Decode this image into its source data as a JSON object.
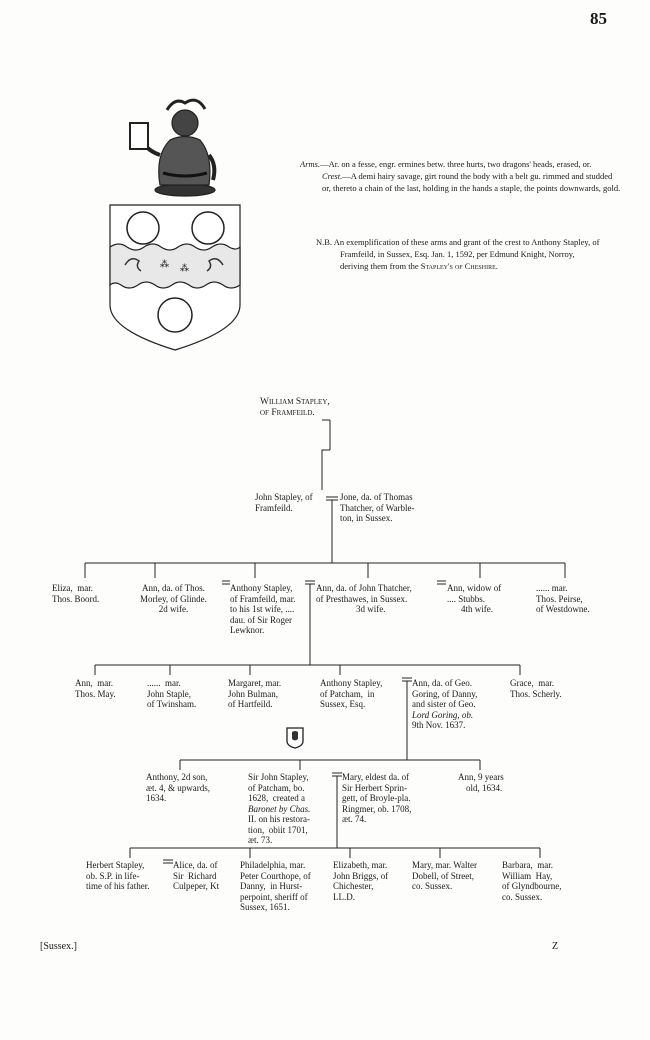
{
  "page_number": "85",
  "heraldry": {
    "arms_label": "Arms.",
    "arms_text": "—Ar. on a fesse, engr. ermines betw. three hurts, two dragons' heads, erased, or.",
    "crest_label": "Crest.",
    "crest_text": "—A demi hairy savage, girt round the body with a belt gu. rimmed and studded or, thereto a chain of the last, holding in the hands a staple, the points downwards, gold.",
    "nb_label": "N.B.",
    "nb_text": "An exemplification of these arms and grant of the crest to Anthony Stapley, of Framfeild, in Sussex, Esq. Jan. 1, 1592, per Edmund Knight, Norroy, deriving them from the",
    "nb_tail": "Stapley's of Cheshire."
  },
  "pedigree": {
    "g1": {
      "l1": "William Stapley,",
      "l2": "of Framfeild."
    },
    "g2": {
      "john": {
        "l1": "John Stapley, of",
        "l2": "Framfeild."
      },
      "jone": {
        "l1": "Jone, da. of Thomas",
        "l2": "Thatcher, of Warble-",
        "l3": "ton, in Sussex."
      }
    },
    "g3": {
      "eliza": {
        "l1": "Eliza,  mar.",
        "l2": "Thos. Boord."
      },
      "ann_morley": {
        "l1": "Ann, da. of Thos.",
        "l2": "Morley, of Glinde.",
        "l3": "2d wife."
      },
      "anthony": {
        "l1": "Anthony Stapley,",
        "l2": "of Framfeild, mar.",
        "l3": "to his 1st wife, ....",
        "l4": "dau. of Sir Roger",
        "l5": "Lewknor."
      },
      "ann_thatcher": {
        "l1": "Ann, da. of John Thatcher,",
        "l2": "of Presthawes, in Sussex.",
        "l3": "3d wife."
      },
      "ann_widow": {
        "l1": "Ann, widow of",
        "l2": ".... Stubbs.",
        "l3": "4th wife."
      },
      "peirse": {
        "l1": "...... mar.",
        "l2": "Thos. Peirse,",
        "l3": "of Westdowne."
      }
    },
    "g4": {
      "ann_may": {
        "l1": "Ann,  mar.",
        "l2": "Thos. May."
      },
      "staple": {
        "l1": "......  mar.",
        "l2": "John Staple,",
        "l3": "of Twinsham."
      },
      "margaret": {
        "l1": "Margaret, mar.",
        "l2": "John Bulman,",
        "l3": "of Hartfeild."
      },
      "anthony2": {
        "l1": "Anthony Stapley,",
        "l2": "of Patcham,  in",
        "l3": "Sussex, Esq."
      },
      "ann_goring": {
        "l1": "Ann, da. of Geo.",
        "l2": "Goring, of Danny,",
        "l3": "and sister of Geo.",
        "l4": "Lord Goring, ob.",
        "l5": "9th Nov. 1637."
      },
      "grace": {
        "l1": "Grace,  mar.",
        "l2": "Thos. Scherly."
      }
    },
    "g5": {
      "anthony3": {
        "l1": "Anthony, 2d son,",
        "l2": "æt. 4, & upwards,",
        "l3": "1634."
      },
      "sir_john": {
        "l1": "Sir John Stapley,",
        "l2": "of Patcham, bo.",
        "l3": "1628,  created a",
        "l4": "Baronet by Chas.",
        "l5": "II. on his restora-",
        "l6": "tion,  obiit 1701,",
        "l7": "æt. 73."
      },
      "mary": {
        "l1": "Mary, eldest da. of",
        "l2": "Sir Herbert Sprin-",
        "l3": "gett, of Broyle-pla.",
        "l4": "Ringmer, ob. 1708,",
        "l5": "æt. 74."
      },
      "ann9": {
        "l1": "Ann, 9 years",
        "l2": "old, 1634."
      }
    },
    "g6": {
      "herbert": {
        "l1": "Herbert Stapley,",
        "l2": "ob. S.P. in life-",
        "l3": "time of his father."
      },
      "alice": {
        "l1": "Alice, da. of",
        "l2": "Sir  Richard",
        "l3": "Culpeper, Kt"
      },
      "philadelphia": {
        "l1": "Philadelphia, mar.",
        "l2": "Peter Courthope, of",
        "l3": "Danny,  in Hurst-",
        "l4": "perpoint, sheriff of",
        "l5": "Sussex, 1651."
      },
      "elizabeth": {
        "l1": "Elizabeth, mar.",
        "l2": "John Briggs, of",
        "l3": "Chichester,",
        "l4": "LL.D."
      },
      "mary2": {
        "l1": "Mary, mar. Walter",
        "l2": "Dobell, of Street,",
        "l3": "co. Sussex."
      },
      "barbara": {
        "l1": "Barbara,  mar.",
        "l2": "William  Hay,",
        "l3": "of Glyndbourne,",
        "l4": "co. Sussex."
      }
    }
  },
  "footer": {
    "county": "[Sussex.]",
    "signature": "Z"
  }
}
